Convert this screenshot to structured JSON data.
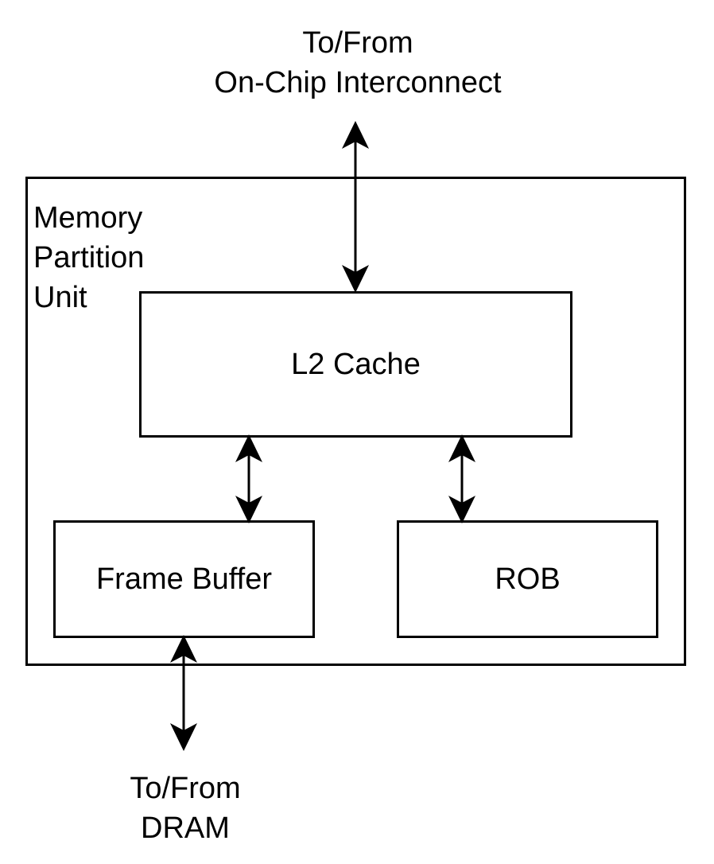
{
  "top_endpoint": {
    "lines": [
      "To/From",
      "On-Chip Interconnect"
    ]
  },
  "bottom_endpoint": {
    "lines": [
      "To/From",
      "DRAM"
    ]
  },
  "partition": {
    "label_lines": [
      "Memory",
      "Partition",
      "Unit"
    ]
  },
  "blocks": {
    "l2_cache": "L2 Cache",
    "frame_buffer": "Frame Buffer",
    "rob": "ROB"
  }
}
